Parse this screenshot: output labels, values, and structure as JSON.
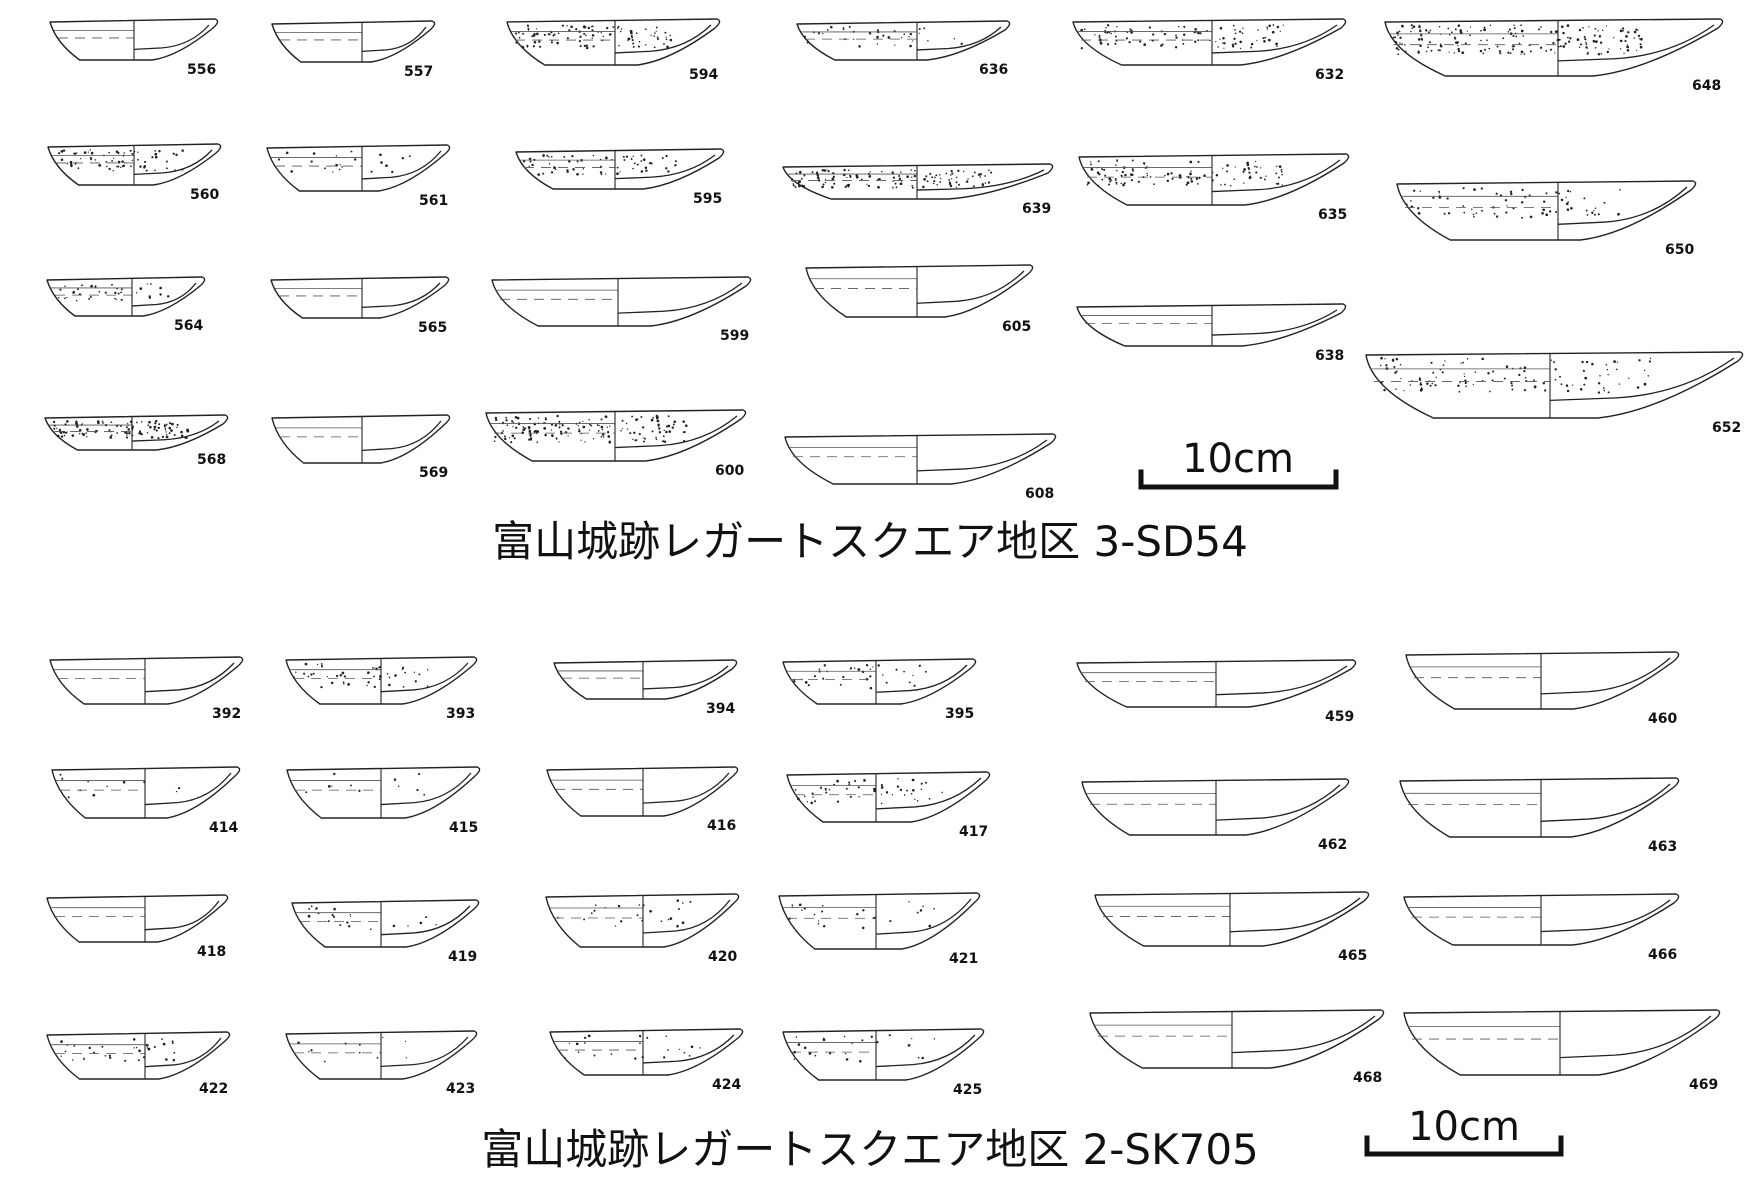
{
  "plates": [
    {
      "caption": "富山城跡レガートスクエア地区 3-SD54",
      "scale_label": "10cm",
      "vessels": [
        {
          "number": "556",
          "stipple": 0
        },
        {
          "number": "557",
          "stipple": 0
        },
        {
          "number": "594",
          "stipple": 0.8
        },
        {
          "number": "636",
          "stipple": 0.3
        },
        {
          "number": "632",
          "stipple": 0.6
        },
        {
          "number": "648",
          "stipple": 0.9
        },
        {
          "number": "560",
          "stipple": 0.7
        },
        {
          "number": "561",
          "stipple": 0.2
        },
        {
          "number": "595",
          "stipple": 0.5
        },
        {
          "number": "639",
          "stipple": 0.8
        },
        {
          "number": "635",
          "stipple": 0.7
        },
        {
          "number": "650",
          "stipple": 0.4
        },
        {
          "number": "564",
          "stipple": 0.4
        },
        {
          "number": "565",
          "stipple": 0
        },
        {
          "number": "599",
          "stipple": 0
        },
        {
          "number": "605",
          "stipple": 0
        },
        {
          "number": "638",
          "stipple": 0
        },
        {
          "number": "652",
          "stipple": 0.5
        },
        {
          "number": "568",
          "stipple": 1
        },
        {
          "number": "569",
          "stipple": 0
        },
        {
          "number": "600",
          "stipple": 1
        },
        {
          "number": "608",
          "stipple": 0
        }
      ]
    },
    {
      "caption": "富山城跡レガートスクエア地区 2-SK705",
      "scale_label": "10cm",
      "vessels": [
        {
          "number": "392",
          "stipple": 0
        },
        {
          "number": "393",
          "stipple": 0.4
        },
        {
          "number": "394",
          "stipple": 0
        },
        {
          "number": "395",
          "stipple": 0.3
        },
        {
          "number": "459",
          "stipple": 0
        },
        {
          "number": "460",
          "stipple": 0
        },
        {
          "number": "414",
          "stipple": 0.1
        },
        {
          "number": "415",
          "stipple": 0.1
        },
        {
          "number": "416",
          "stipple": 0
        },
        {
          "number": "417",
          "stipple": 0.4
        },
        {
          "number": "462",
          "stipple": 0
        },
        {
          "number": "463",
          "stipple": 0
        },
        {
          "number": "418",
          "stipple": 0
        },
        {
          "number": "419",
          "stipple": 0.2
        },
        {
          "number": "420",
          "stipple": 0.2
        },
        {
          "number": "421",
          "stipple": 0.2
        },
        {
          "number": "465",
          "stipple": 0
        },
        {
          "number": "466",
          "stipple": 0
        },
        {
          "number": "422",
          "stipple": 0.3
        },
        {
          "number": "423",
          "stipple": 0.1
        },
        {
          "number": "424",
          "stipple": 0.2
        },
        {
          "number": "425",
          "stipple": 0.2
        },
        {
          "number": "468",
          "stipple": 0
        },
        {
          "number": "469",
          "stipple": 0
        }
      ]
    }
  ]
}
